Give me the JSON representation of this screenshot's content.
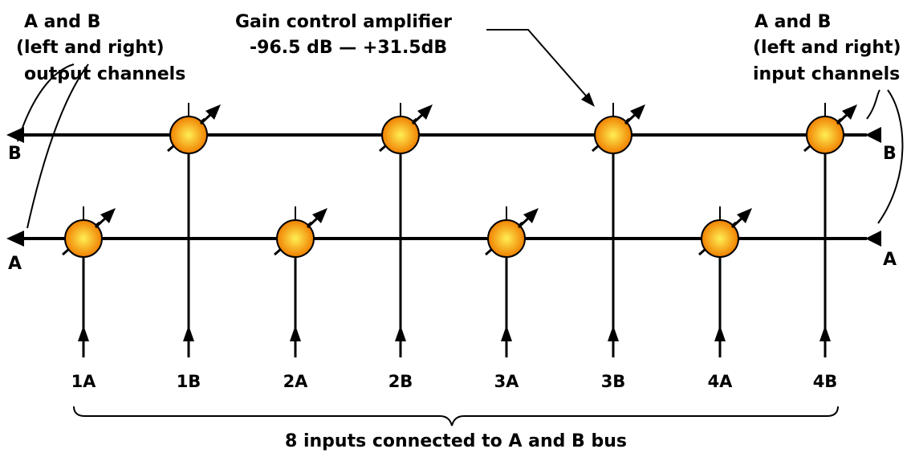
{
  "labels": {
    "out_line1": "A and B",
    "out_line2": "(left and right)",
    "out_line3": "output channels",
    "gain_line1": "Gain control amplifier",
    "gain_line2": "-96.5 dB — +31.5dB",
    "in_line1": "A and B",
    "in_line2": "(left and right)",
    "in_line3": "input channels",
    "bus_b_left": "B",
    "bus_b_right": "B",
    "bus_a_left": "A",
    "bus_a_right": "A",
    "caption": "8 inputs connected to A and B bus"
  },
  "inputs": [
    "1A",
    "1B",
    "2A",
    "2B",
    "3A",
    "3B",
    "4A",
    "4B"
  ],
  "colors": {
    "amp_center": "#ffee55",
    "amp_edge": "#f08000",
    "line": "#000000"
  }
}
